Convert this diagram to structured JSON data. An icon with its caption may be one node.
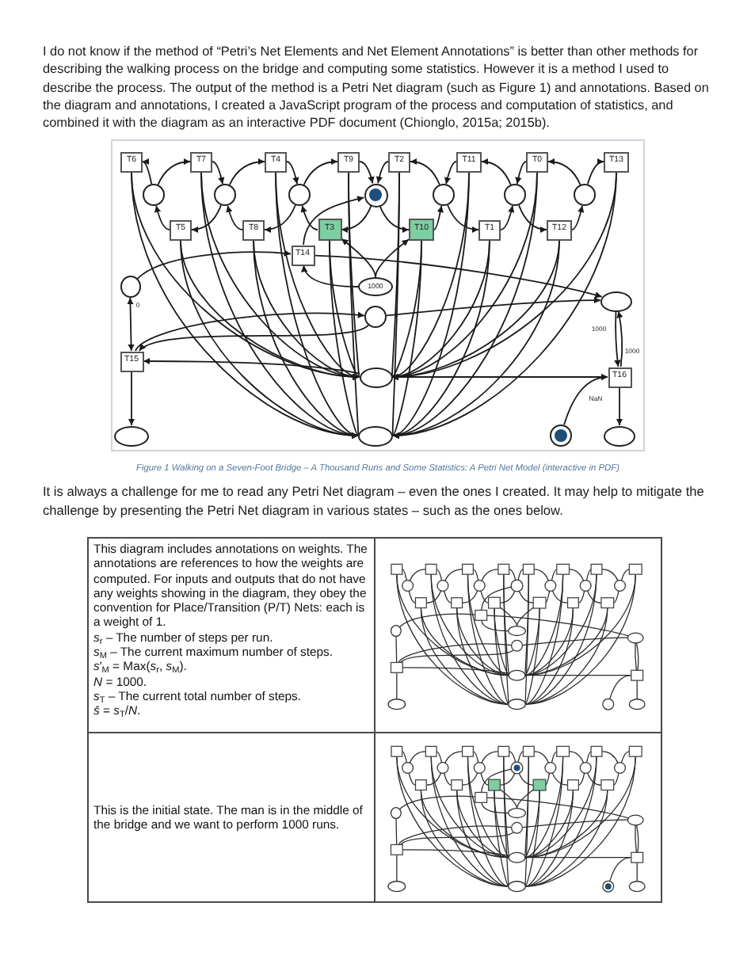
{
  "diagram": {
    "caption": "Figure 1 Walking on a Seven-Foot Bridge – A Thousand Runs and Some Statistics: A Petri Net Model (interactive in PDF)",
    "nodes": [
      {
        "text": [
          "T6"
        ]
      },
      {
        "text": [
          "T7"
        ]
      },
      {
        "text": [
          "T4"
        ]
      },
      {
        "text": [
          "T9"
        ]
      },
      {
        "text": [
          "T2"
        ]
      },
      {
        "text": [
          "T11"
        ]
      },
      {
        "text": [
          "T0"
        ]
      },
      {
        "text": [
          "T13"
        ]
      },
      {
        "text": [],
        "shape": "circle"
      },
      {
        "text": [],
        "shape": "circle"
      },
      {
        "text": [],
        "shape": "circle"
      },
      {
        "text": [],
        "shape": "circle"
      },
      {
        "text": [],
        "shape": "dot",
        "in": 11
      },
      {
        "text": [],
        "shape": "circle"
      },
      {
        "text": [],
        "shape": "circle"
      },
      {
        "text": [],
        "shape": "circle"
      },
      {
        "text": [
          "T5"
        ]
      },
      {
        "text": [
          "T8"
        ]
      },
      {
        "text": [
          "T3"
        ]
      },
      {
        "text": [
          "T10"
        ]
      },
      {
        "text": [
          "T1"
        ]
      },
      {
        "text": [
          "T12"
        ]
      },
      {
        "text": [
          "T14"
        ]
      },
      {
        "text": [
          "1000"
        ]
      },
      {
        "text": [],
        "shape": "circle"
      },
      {
        "text": [],
        "shape": "ellipse"
      },
      {
        "text": [],
        "shape": "circle"
      },
      {
        "text": [
          "T15"
        ]
      },
      {
        "text": [],
        "shape": "ellipse"
      },
      {
        "text": [
          "T16"
        ]
      },
      {
        "text": [],
        "shape": "ellipse"
      },
      {
        "text": [],
        "shape": "ellipse"
      },
      {
        "text": [],
        "shape": "circle"
      },
      {
        "text": [],
        "shape": "dot",
        "in": 32
      },
      {
        "text": [],
        "shape": "ellipse"
      }
    ],
    "edges": [
      {
        "from": 8,
        "to": 0,
        "arrow": "to"
      },
      {
        "from": 8,
        "to": 1,
        "arrow": "to"
      },
      {
        "from": 16,
        "to": 8,
        "arrow": "to"
      },
      {
        "from": 1,
        "to": 9,
        "arrow": "to"
      },
      {
        "from": 9,
        "to": 2,
        "arrow": "to"
      },
      {
        "from": 9,
        "to": 16,
        "arrow": "to"
      },
      {
        "from": 17,
        "to": 9,
        "arrow": "to"
      },
      {
        "from": 2,
        "to": 10,
        "arrow": "to"
      },
      {
        "from": 10,
        "to": 3,
        "arrow": "to"
      },
      {
        "from": 10,
        "to": 17,
        "arrow": "to"
      },
      {
        "from": 18,
        "to": 10,
        "arrow": "to"
      },
      {
        "from": 3,
        "to": 11,
        "arrow": "to"
      },
      {
        "from": 4,
        "to": 11,
        "arrow": "to"
      },
      {
        "from": 11,
        "to": 18,
        "arrow": "to"
      },
      {
        "from": 11,
        "to": 19,
        "arrow": "to"
      },
      {
        "from": 13,
        "to": 4,
        "arrow": "to"
      },
      {
        "from": 5,
        "to": 13,
        "arrow": "to"
      },
      {
        "from": 19,
        "to": 13,
        "arrow": "to"
      },
      {
        "from": 13,
        "to": 20,
        "arrow": "to"
      },
      {
        "from": 14,
        "to": 5,
        "arrow": "to"
      },
      {
        "from": 6,
        "to": 14,
        "arrow": "to"
      },
      {
        "from": 20,
        "to": 14,
        "arrow": "to"
      },
      {
        "from": 14,
        "to": 21,
        "arrow": "to"
      },
      {
        "from": 15,
        "to": 6,
        "arrow": "to"
      },
      {
        "from": 21,
        "to": 15,
        "arrow": "to"
      },
      {
        "from": 15,
        "to": 7,
        "arrow": "to"
      },
      {
        "from": 1,
        "to": 28,
        "arrow": "to"
      },
      {
        "from": 2,
        "to": 28,
        "arrow": "to"
      },
      {
        "from": 3,
        "to": 28,
        "arrow": "to"
      },
      {
        "from": 16,
        "to": 28,
        "arrow": "to"
      },
      {
        "from": 17,
        "to": 28,
        "arrow": "to"
      },
      {
        "from": 18,
        "to": 28,
        "arrow": "to"
      },
      {
        "from": 4,
        "to": 28,
        "arrow": "to"
      },
      {
        "from": 5,
        "to": 28,
        "arrow": "to"
      },
      {
        "from": 6,
        "to": 28,
        "arrow": "to"
      },
      {
        "from": 19,
        "to": 28,
        "arrow": "to"
      },
      {
        "from": 20,
        "to": 28,
        "arrow": "to"
      },
      {
        "from": 21,
        "to": 28,
        "arrow": "to"
      },
      {
        "from": 1,
        "to": 31,
        "arrow": "to"
      },
      {
        "from": 2,
        "to": 31,
        "arrow": "to"
      },
      {
        "from": 3,
        "to": 31,
        "arrow": "to"
      },
      {
        "from": 16,
        "to": 31,
        "arrow": "to"
      },
      {
        "from": 17,
        "to": 31,
        "arrow": "to"
      },
      {
        "from": 18,
        "to": 31,
        "arrow": "to"
      },
      {
        "from": 4,
        "to": 31,
        "arrow": "to"
      },
      {
        "from": 5,
        "to": 31,
        "arrow": "to"
      },
      {
        "from": 6,
        "to": 31,
        "arrow": "to"
      },
      {
        "from": 19,
        "to": 31,
        "arrow": "to"
      },
      {
        "from": 20,
        "to": 31,
        "arrow": "to"
      },
      {
        "from": 21,
        "to": 31,
        "arrow": "to"
      },
      {
        "from": 0,
        "to": 28,
        "arrow": "to"
      },
      {
        "from": 0,
        "to": 31,
        "arrow": "to"
      },
      {
        "from": 7,
        "to": 28,
        "arrow": "to"
      },
      {
        "from": 7,
        "to": 31,
        "arrow": "to"
      },
      {
        "from": 26,
        "to": 27,
        "arrow": "to"
      },
      {
        "from": 27,
        "to": 26,
        "arrow": "to"
      },
      {
        "from": 28,
        "to": 27,
        "arrow": "to"
      },
      {
        "from": 24,
        "to": 27,
        "arrow": "both",
        "label": "0"
      },
      {
        "from": 27,
        "to": 30,
        "arrow": "to"
      },
      {
        "from": 28,
        "to": 29,
        "arrow": "to"
      },
      {
        "from": 25,
        "to": 29,
        "arrow": "to",
        "label": "1000"
      },
      {
        "from": 29,
        "to": 25,
        "arrow": "to",
        "label": "1000"
      },
      {
        "from": 32,
        "to": 29,
        "arrow": "to",
        "label": "NaN"
      },
      {
        "from": 29,
        "to": 34,
        "arrow": "to"
      },
      {
        "from": 23,
        "to": 22,
        "arrow": "to"
      },
      {
        "from": 22,
        "to": 11,
        "arrow": "to"
      },
      {
        "from": 23,
        "to": 18,
        "arrow": "to"
      },
      {
        "from": 23,
        "to": 19,
        "arrow": "to"
      },
      {
        "from": 24,
        "to": 22,
        "arrow": "to"
      },
      {
        "from": 22,
        "to": 25,
        "arrow": "to"
      },
      {
        "from": 26,
        "to": 25,
        "arrow": "to"
      }
    ],
    "labels": [
      "I do not know if the method of “Petri’s Net Elements and Net Element Annotations” is better than other methods for describing the walking process on the bridge and computing some statistics. However it is a method I used to describe the process. The output of the method is a Petri Net diagram (such as Figure 1) and annotations. Based on the diagram and annotations, I created a JavaScript program of the process and computation of statistics, and combined it with the diagram as an interactive PDF document (Chionglo, 2015a; 2015b).",
      "It is always a challenge for me to read any Petri Net diagram – even the ones I created. It may help to mitigate the challenge by presenting the Petri Net diagram in various states – such as the ones below.",
      "This diagram includes annotations on weights. The annotations are references to how the weights are computed. For inputs and outputs that do not have any weights showing in the diagram, they obey the convention for Place/Transition (P/T) Nets: each is a weight of 1.",
      "*s*$_{r}$ – The number of steps per run.",
      "*s*$_{M}$ – The current maximum number of steps.",
      "*s*′$_{M}$ = Max(*s*$_{r}$, *s*$_{M}$).",
      "*N* = 1000.",
      "*s*$_{T}$ – The current total number of steps.",
      "*s̄* = *s*$_{T}$/*N*.",
      "This is the initial state. The man is in the middle of the bridge and we want to perform 1000 runs."
    ]
  }
}
